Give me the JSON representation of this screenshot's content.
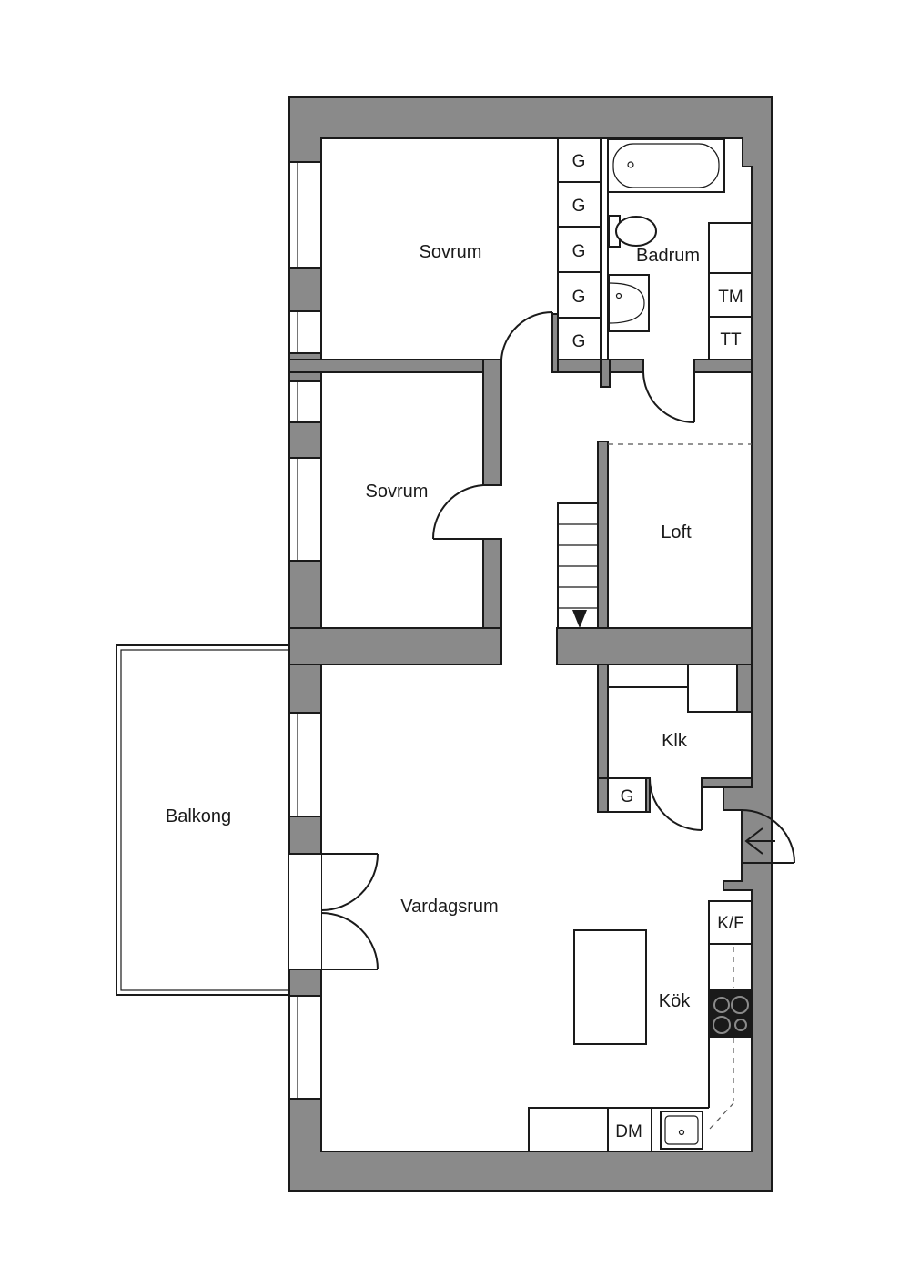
{
  "rooms": {
    "sovrum_1": "Sovrum",
    "sovrum_2": "Sovrum",
    "badrum": "Badrum",
    "loft": "Loft",
    "klk": "Klk",
    "balkong": "Balkong",
    "vardagsrum": "Vardagsrum",
    "kok": "Kök"
  },
  "fixtures": {
    "wardrobe": "G",
    "klk_wardrobe": "G",
    "washing_machine": "TM",
    "dryer": "TT",
    "fridge_freezer": "K/F",
    "dishwasher": "DM"
  },
  "colors": {
    "wall": "#8a8a8a",
    "line": "#1a1a1a",
    "floor": "#ffffff"
  }
}
